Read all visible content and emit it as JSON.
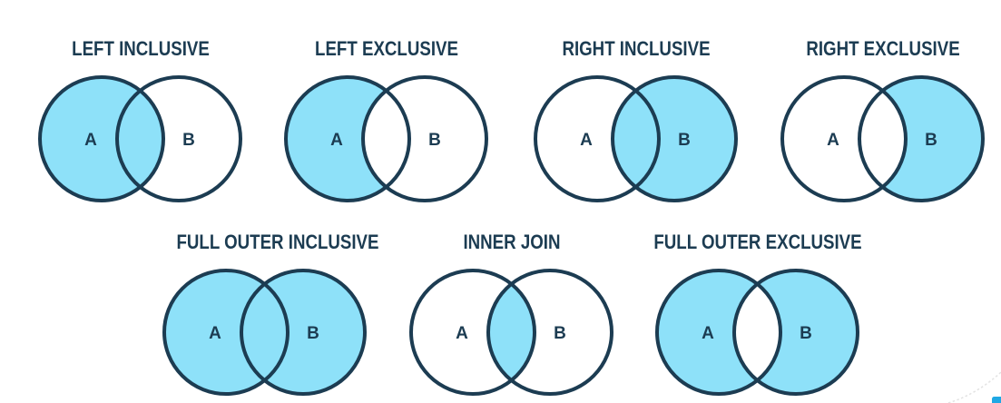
{
  "page": {
    "title": "SQL join Venn diagrams"
  },
  "palette": {
    "fill": "#8EE1F9",
    "outline": "#1C3C52",
    "label": "#1C3C52",
    "corner_logo_blue": "#1FA8E4",
    "corner_arc_gray": "#E3E3E3"
  },
  "diagrams": [
    {
      "title": "LEFT INCLUSIVE",
      "set_a": "A",
      "set_b": "B",
      "a_filled": true,
      "b_filled": false,
      "intersection_filled": true
    },
    {
      "title": "LEFT EXCLUSIVE",
      "set_a": "A",
      "set_b": "B",
      "a_filled": true,
      "b_filled": false,
      "intersection_filled": false
    },
    {
      "title": "RIGHT INCLUSIVE",
      "set_a": "A",
      "set_b": "B",
      "a_filled": false,
      "b_filled": true,
      "intersection_filled": true
    },
    {
      "title": "RIGHT EXCLUSIVE",
      "set_a": "A",
      "set_b": "B",
      "a_filled": false,
      "b_filled": true,
      "intersection_filled": false
    },
    {
      "title": "FULL OUTER INCLUSIVE",
      "set_a": "A",
      "set_b": "B",
      "a_filled": true,
      "b_filled": true,
      "intersection_filled": true
    },
    {
      "title": "INNER JOIN",
      "set_a": "A",
      "set_b": "B",
      "a_filled": false,
      "b_filled": false,
      "intersection_filled": true
    },
    {
      "title": "FULL OUTER EXCLUSIVE",
      "set_a": "A",
      "set_b": "B",
      "a_filled": true,
      "b_filled": true,
      "intersection_filled": false
    }
  ]
}
